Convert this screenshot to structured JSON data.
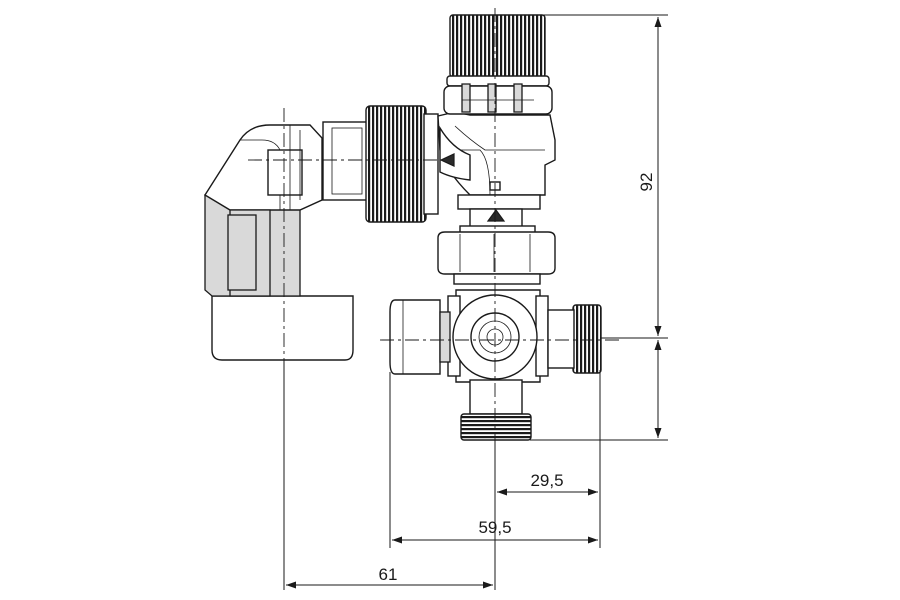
{
  "dimensions": {
    "height_upper": "92",
    "offset_29_5": "29,5",
    "width_59_5": "59,5",
    "offset_61": "61"
  }
}
